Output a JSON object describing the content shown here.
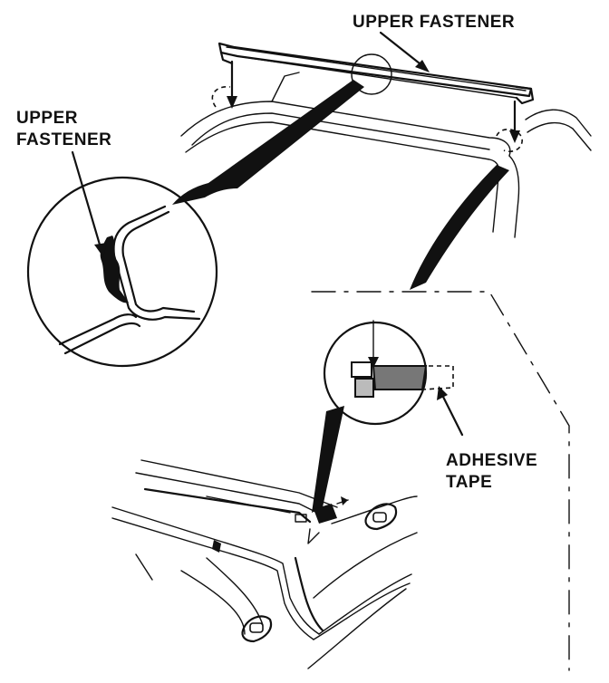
{
  "labels": {
    "upper_fastener_top": "UPPER FASTENER",
    "upper_fastener_left_line1": "UPPER",
    "upper_fastener_left_line2": "FASTENER",
    "adhesive_tape_line1": "ADHESIVE",
    "adhesive_tape_line2": "TAPE"
  }
}
